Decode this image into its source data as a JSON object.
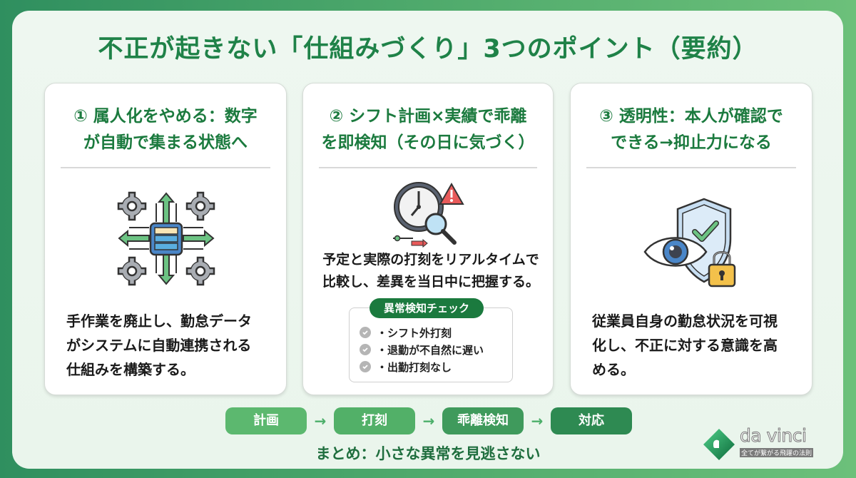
{
  "title": "不正が起きない「仕組みづくり」3つのポイント（要約）",
  "cards": [
    {
      "title_line1": "① 属人化をやめる：数字",
      "title_line2": "が自動で集まる状態へ",
      "icon": "gears-server-network-icon",
      "body_lines": [
        "手作業を廃止し、勤怠データ",
        "がシステムに自動連携される",
        "仕組みを構築する。"
      ]
    },
    {
      "title_line1": "② シフト計画×実績で乖離",
      "title_line2": "を即検知（その日に気づく）",
      "icon": "clock-magnifier-warning-icon",
      "body_lines": [
        "予定と実際の打刻をリアルタイムで",
        "比較し、差異を当日中に把握する。"
      ],
      "checklist": {
        "label": "異常検知チェック",
        "items": [
          "・シフト外打刻",
          "・退勤が不自然に遅い",
          "・出勤打刻なし"
        ]
      }
    },
    {
      "title_line1": "③ 透明性：本人が確認で",
      "title_line2": "できる→抑止力になる",
      "icon": "shield-eye-lock-icon",
      "body_lines": [
        "従業員自身の勤怠状況を可視",
        "化し、不正に対する意識を高",
        "める。"
      ]
    }
  ],
  "flow": {
    "steps": [
      "計画",
      "打刻",
      "乖離検知",
      "対応"
    ],
    "arrow": "→",
    "colors": [
      "#5cb86f",
      "#52b068",
      "#3f9a5c",
      "#2e8a52"
    ]
  },
  "summary": "まとめ：小さな異常を見逃さない",
  "logo": {
    "name": "da vinci",
    "tagline": "全てが繋がる飛躍の法則"
  },
  "colors": {
    "title": "#1f8248",
    "card_title": "#1b7a3e",
    "accent": "#1b7a3e"
  }
}
